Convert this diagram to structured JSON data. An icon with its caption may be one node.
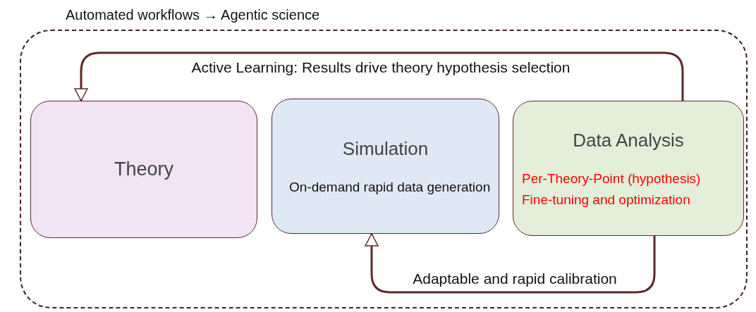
{
  "diagram": {
    "nodes": [
      {
        "text": [
          "Automated workflows → Agentic science"
        ]
      },
      {
        "text": [
          "Theory"
        ],
        "in": 0
      },
      {
        "text": [
          "Simulation",
          "On-demand rapid data generation"
        ],
        "in": 0
      },
      {
        "text": [
          "Data Analysis",
          "Per-Theory-Point (hypothesis)",
          "Fine-tuning and optimization"
        ],
        "in": 0
      }
    ],
    "edges": [
      {
        "from": 3,
        "to": 1,
        "arrow": "to",
        "label": "Active Learning: Results drive theory hypothesis selection"
      },
      {
        "from": 3,
        "to": 2,
        "arrow": "to",
        "label": "Adaptable and rapid calibration"
      }
    ]
  }
}
